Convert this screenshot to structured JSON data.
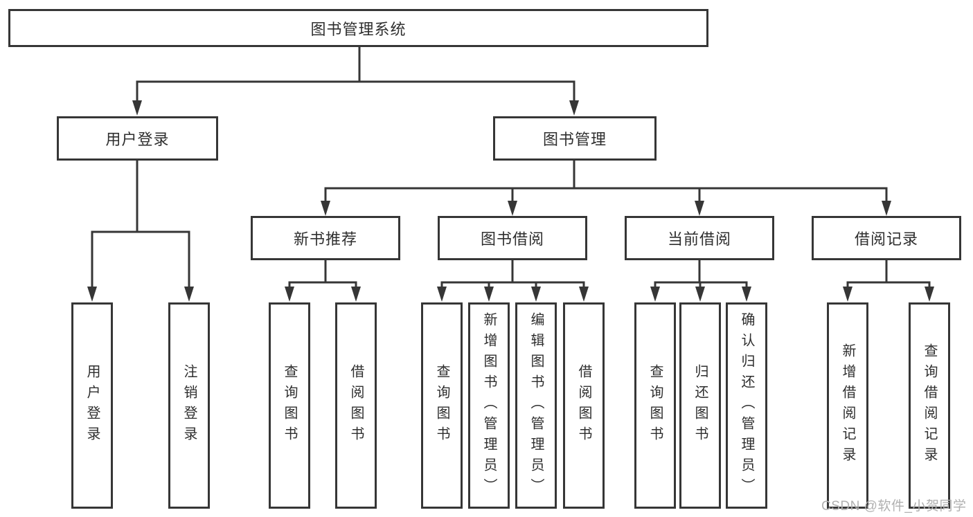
{
  "diagram": {
    "type": "tree",
    "root": "图书管理系统",
    "branches": [
      {
        "label": "用户登录",
        "children": [
          "用户登录",
          "注销登录"
        ]
      },
      {
        "label": "图书管理",
        "groups": [
          {
            "label": "新书推荐",
            "children": [
              "查询图书",
              "借阅图书"
            ]
          },
          {
            "label": "图书借阅",
            "children": [
              "查询图书",
              "新增图书（管理员）",
              "编辑图书（管理员）",
              "借阅图书"
            ]
          },
          {
            "label": "当前借阅",
            "children": [
              "查询图书",
              "归还图书",
              "确认归还（管理员）"
            ]
          },
          {
            "label": "借阅记录",
            "children": [
              "新增借阅记录",
              "查询借阅记录"
            ]
          }
        ]
      }
    ]
  },
  "watermark": {
    "text": "CSDN @软件_小贺同学"
  },
  "colors": {
    "line": "#363636",
    "text": "#2e2e2e",
    "box_background": "#ffffff",
    "page_background": "#ffffff",
    "watermark": "#b0b0b0"
  }
}
